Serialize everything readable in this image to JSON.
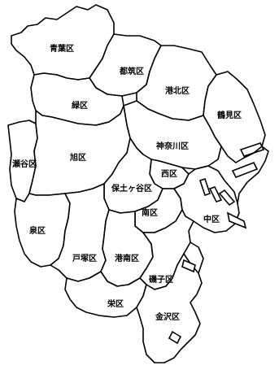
{
  "map": {
    "wards": [
      {
        "id": "aoba",
        "label": "青葉区"
      },
      {
        "id": "tsuzuki",
        "label": "都筑区"
      },
      {
        "id": "kohoku",
        "label": "港北区"
      },
      {
        "id": "midori",
        "label": "緑区"
      },
      {
        "id": "tsurumi",
        "label": "鶴見区"
      },
      {
        "id": "kanagawa",
        "label": "神奈川区"
      },
      {
        "id": "seya",
        "label": "瀬谷区"
      },
      {
        "id": "asahi",
        "label": "旭区"
      },
      {
        "id": "nishi",
        "label": "西区"
      },
      {
        "id": "hodogaya",
        "label": "保土ヶ谷区"
      },
      {
        "id": "minami",
        "label": "南区"
      },
      {
        "id": "naka",
        "label": "中区"
      },
      {
        "id": "izumi",
        "label": "泉区"
      },
      {
        "id": "totsuka",
        "label": "戸塚区"
      },
      {
        "id": "konan",
        "label": "港南区"
      },
      {
        "id": "isogo",
        "label": "磯子区"
      },
      {
        "id": "sakae",
        "label": "栄区"
      },
      {
        "id": "kanazawa",
        "label": "金沢区"
      }
    ],
    "colors": {
      "stroke": "#000000",
      "fill": "#ffffff"
    }
  }
}
